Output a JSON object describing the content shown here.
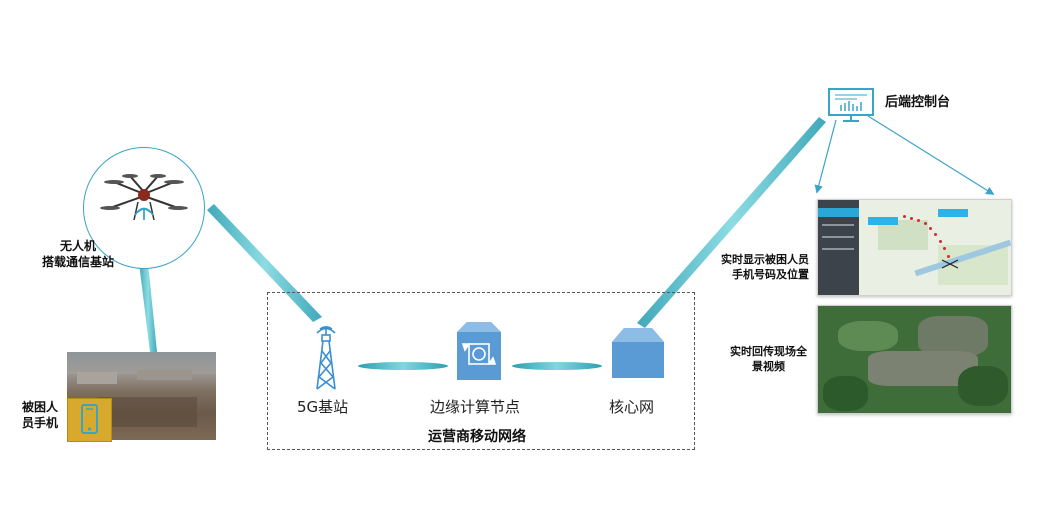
{
  "drone": {
    "label_line1": "无人机",
    "label_line2": "搭载通信基站"
  },
  "victim": {
    "label_line1": "被困人",
    "label_line2": "员手机"
  },
  "network": {
    "title": "运营商移动网络",
    "nodes": {
      "base_station": "5G基站",
      "edge_node": "边缘计算节点",
      "core_network": "核心网"
    }
  },
  "console": {
    "title": "后端控制台"
  },
  "panels": {
    "map_caption_line1": "实时显示被困人员",
    "map_caption_line2": "手机号码及位置",
    "video_caption_line1": "实时回传现场全",
    "video_caption_line2": "景视频"
  },
  "colors": {
    "accent": "#3aa3c8",
    "link_teal": "#45b8c6",
    "node_blue": "#5b9bd5"
  }
}
